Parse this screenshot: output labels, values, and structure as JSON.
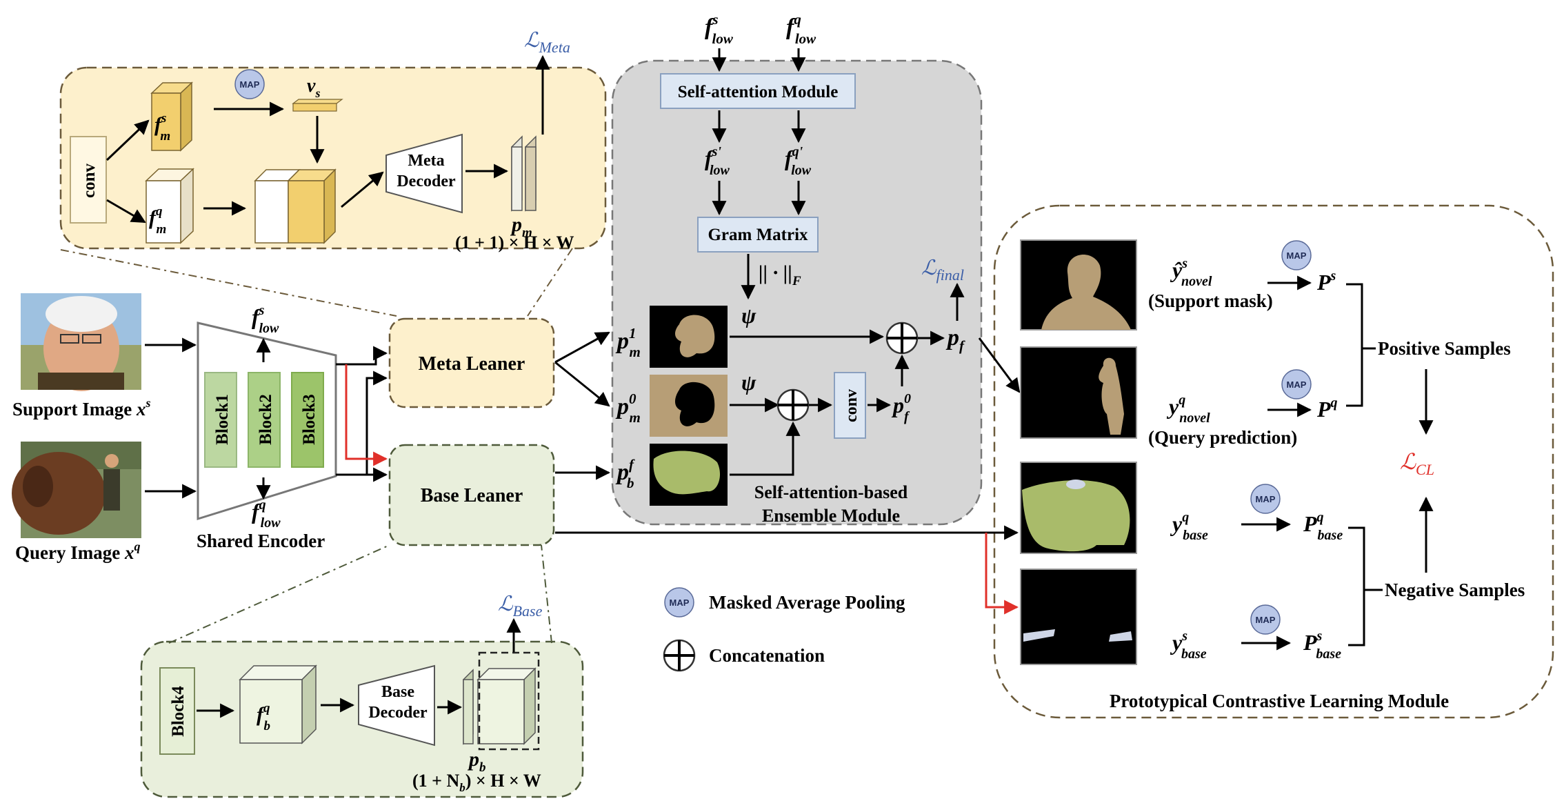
{
  "colors": {
    "meta_panel": "#fdf0cc",
    "base_panel": "#e9efdc",
    "ensemble_panel": "#d6d6d6",
    "arrow": "#000000",
    "red_arrow": "#e0302a",
    "mask_tan": "#b79e76",
    "mask_green": "#a9bb6a",
    "map_circle": "#b9c7e8",
    "block_green": "#bcd7a1",
    "block_green_dark": "#9cc46a",
    "loss_blue": "#3b5ea7",
    "loss_red": "#e0302a"
  },
  "inputs": {
    "support_label": "Support Image ",
    "support_var": "x",
    "support_sup": "s",
    "query_label": "Query Image ",
    "query_var": "x",
    "query_sup": "q"
  },
  "encoder": {
    "blocks": [
      "Block1",
      "Block2",
      "Block3"
    ],
    "label": "Shared Encoder",
    "f_low_s": {
      "base": "f",
      "sup": "s",
      "sub": "low"
    },
    "f_low_q": {
      "base": "f",
      "sup": "q",
      "sub": "low"
    }
  },
  "meta_learner": {
    "label": "Meta Leaner",
    "conv": "conv",
    "map": "MAP",
    "f_m_s": {
      "base": "f",
      "sup": "s",
      "sub": "m"
    },
    "f_m_q": {
      "base": "f",
      "sup": "q",
      "sub": "m"
    },
    "v_s": {
      "base": "v",
      "sub": "s"
    },
    "decoder_line1": "Meta",
    "decoder_line2": "Decoder",
    "p_m": {
      "base": "p",
      "sub": "m"
    },
    "size": "(1 + 1) × H × W",
    "loss": {
      "base": "ℒ",
      "sub": "Meta"
    }
  },
  "base_learner": {
    "label": "Base Leaner",
    "block4": "Block4",
    "f_b_q": {
      "base": "f",
      "sup": "q",
      "sub": "b"
    },
    "decoder_line1": "Base",
    "decoder_line2": "Decoder",
    "p_b": {
      "base": "p",
      "sub": "b"
    },
    "size": "(1 + N",
    "size_sub": "b",
    "size_rest": ") × H × W",
    "loss": {
      "base": "ℒ",
      "sub": "Base"
    }
  },
  "ensemble": {
    "f_low_s": {
      "base": "f",
      "sup": "s",
      "sub": "low"
    },
    "f_low_q": {
      "base": "f",
      "sup": "q",
      "sub": "low"
    },
    "self_attention": "Self-attention Module",
    "f_low_s_prime": {
      "base": "f",
      "sup": "s'",
      "sub": "low"
    },
    "f_low_q_prime": {
      "base": "f",
      "sup": "q'",
      "sub": "low"
    },
    "gram": "Gram Matrix",
    "norm": "|| · ||",
    "norm_sub": "F",
    "psi": "ψ",
    "p_m1": {
      "base": "p",
      "sup": "1",
      "sub": "m"
    },
    "p_m0": {
      "base": "p",
      "sup": "0",
      "sub": "m"
    },
    "p_bf": {
      "base": "p",
      "sup": "f",
      "sub": "b"
    },
    "conv": "conv",
    "p_f0": {
      "base": "p",
      "sup": "0",
      "sub": "f"
    },
    "p_f": {
      "base": "p",
      "sub": "f"
    },
    "loss": {
      "base": "ℒ",
      "sub": "final"
    },
    "title_line1": "Self-attention-based",
    "title_line2": "Ensemble Module"
  },
  "contrastive": {
    "y_novel_s": {
      "base": "ŷ",
      "sup": "s",
      "sub": "novel"
    },
    "y_novel_s_caption": "(Support mask)",
    "y_novel_q": {
      "base": "y",
      "sup": "q",
      "sub": "novel"
    },
    "y_novel_q_caption": "(Query prediction)",
    "y_base_q": {
      "base": "y",
      "sup": "q",
      "sub": "base"
    },
    "y_base_s": {
      "base": "y",
      "sup": "s",
      "sub": "base"
    },
    "P_s": {
      "base": "P",
      "sup": "s"
    },
    "P_q": {
      "base": "P",
      "sup": "q"
    },
    "P_base_q": {
      "base": "P",
      "sup": "q",
      "sub": "base"
    },
    "P_base_s": {
      "base": "P",
      "sup": "s",
      "sub": "base"
    },
    "map": "MAP",
    "positive": "Positive Samples",
    "negative": "Negative Samples",
    "loss": {
      "base": "ℒ",
      "sub": "CL"
    },
    "title": "Prototypical Contrastive Learning Module"
  },
  "legend": {
    "map": "MAP",
    "map_label": "Masked Average Pooling",
    "concat_label": "Concatenation"
  }
}
